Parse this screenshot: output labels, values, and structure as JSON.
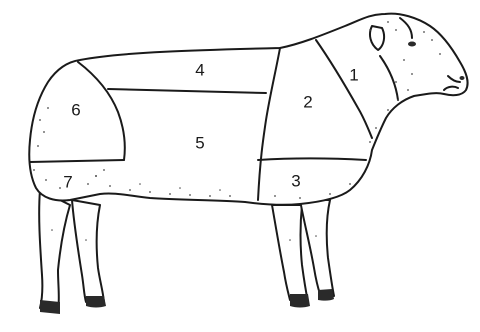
{
  "diagram": {
    "regions": [
      {
        "id": "1",
        "label": "1"
      },
      {
        "id": "2",
        "label": "2"
      },
      {
        "id": "3",
        "label": "3"
      },
      {
        "id": "4",
        "label": "4"
      },
      {
        "id": "5",
        "label": "5"
      },
      {
        "id": "6",
        "label": "6"
      },
      {
        "id": "7",
        "label": "7"
      }
    ]
  },
  "colors": {
    "line": "#1a1a1a",
    "background": "#ffffff"
  }
}
